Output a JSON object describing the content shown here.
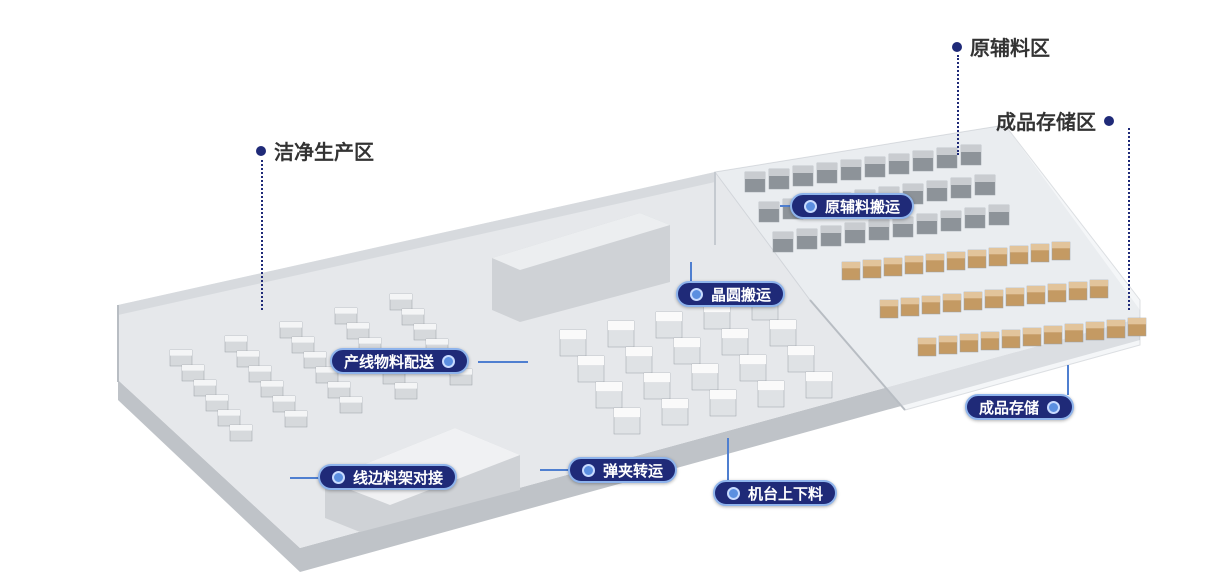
{
  "zones": {
    "clean_production": "洁净生产区",
    "raw_material": "原辅料区",
    "finished_storage": "成品存储区"
  },
  "tags": {
    "raw_material_handling": "原辅料搬运",
    "wafer_handling": "晶圆搬运",
    "line_material_delivery": "产线物料配送",
    "lineside_rack_docking": "线边料架对接",
    "magazine_transfer": "弹夹转运",
    "machine_loading": "机台上下料",
    "finished_storage": "成品存储"
  },
  "colors": {
    "pill": "#1f2a78",
    "pill_border": "#8fb4ec",
    "zone_dot": "#1f2a78"
  }
}
